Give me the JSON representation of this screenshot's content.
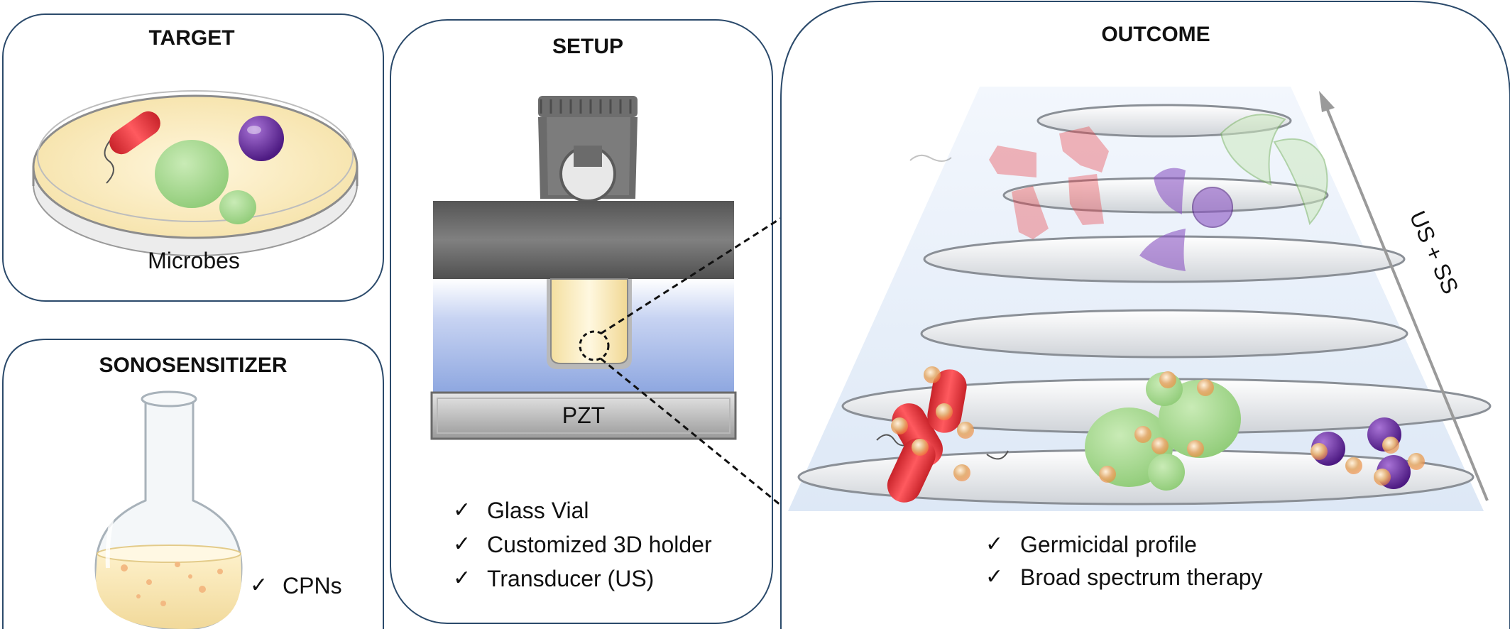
{
  "target": {
    "title": "TARGET",
    "label": "Microbes"
  },
  "sonosensitizer": {
    "title": "SONOSENSITIZER",
    "check_mark": "✓",
    "item": "CPNs"
  },
  "setup": {
    "title": "SETUP",
    "transducer_label": "PZT",
    "check_mark": "✓",
    "items": [
      "Glass Vial",
      "Customized 3D holder",
      "Transducer (US)"
    ]
  },
  "outcome": {
    "title": "OUTCOME",
    "arrow_label": "US + SS",
    "check_mark": "✓",
    "items": [
      "Germicidal profile",
      "Broad spectrum therapy"
    ]
  },
  "colors": {
    "panel_border": "#2b4a6b",
    "bacteria_red": "#e8353b",
    "fungi_green": "#9fd58a",
    "coccus_purple": "#6a2aa0",
    "particle_orange": "#e7a95a",
    "water_blue": "#8ea7e0",
    "holder_gray": "#707070"
  },
  "icons": [
    "petri-dish-icon",
    "flask-icon",
    "vial-holder-icon",
    "transducer-icon",
    "magnifier-circle-icon",
    "trend-arrow-icon"
  ]
}
